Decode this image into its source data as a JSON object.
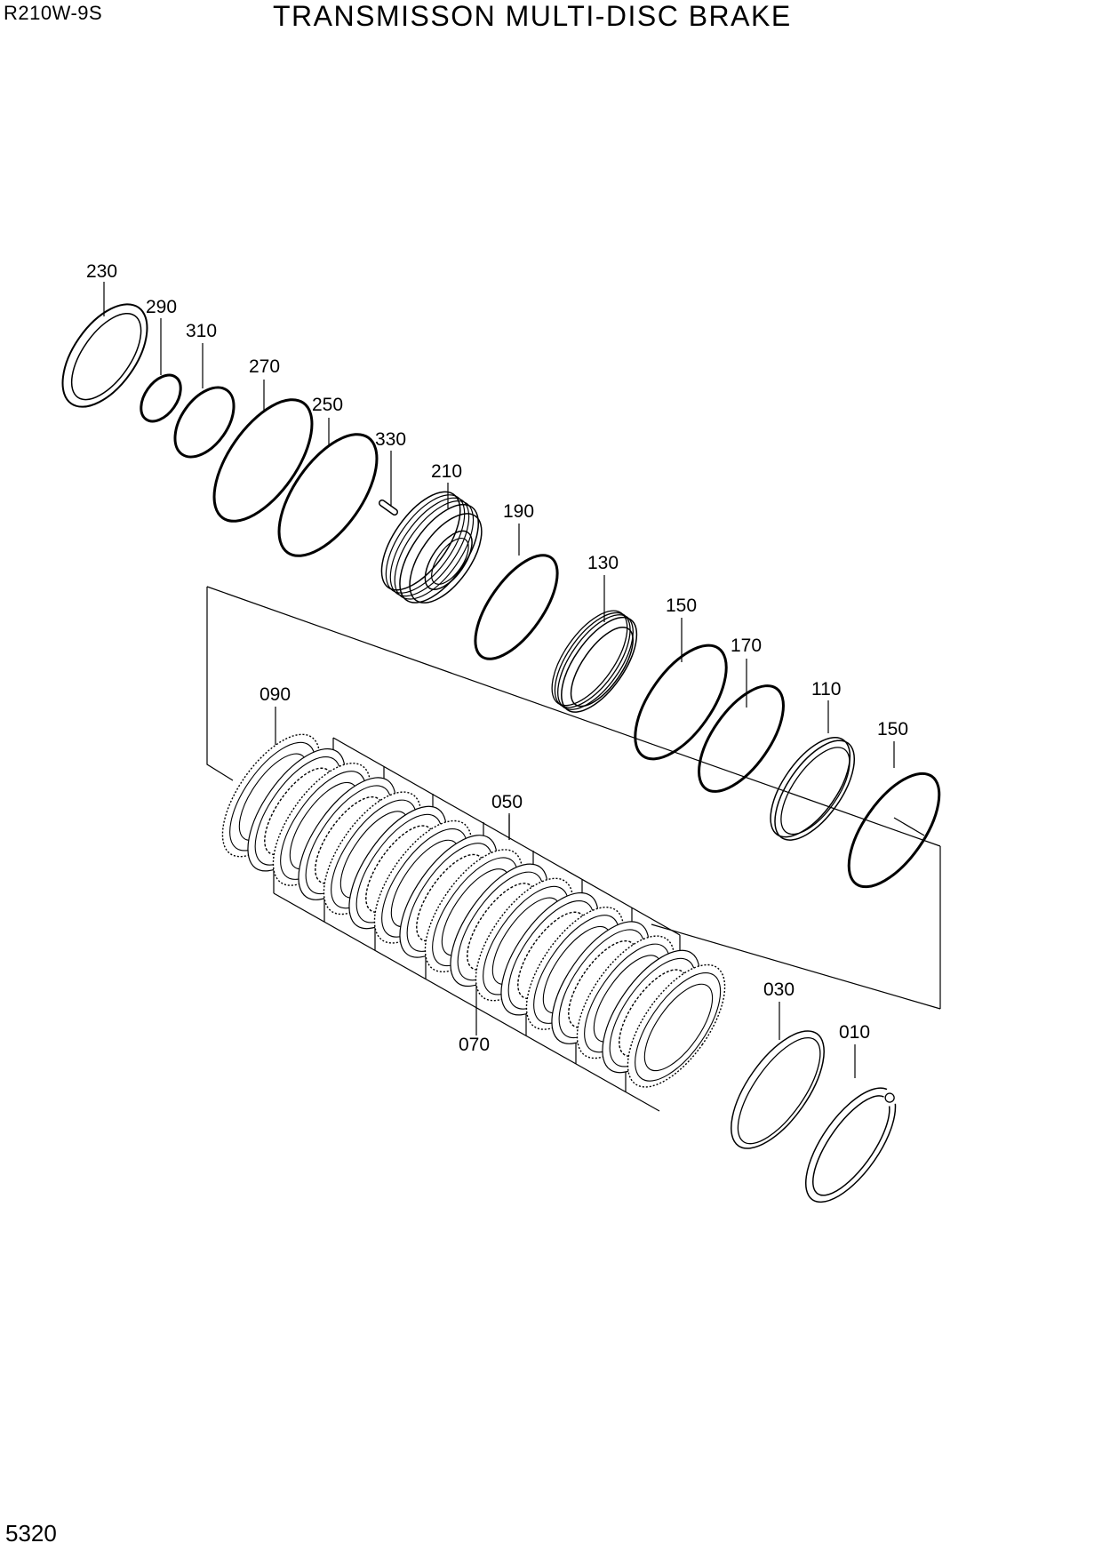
{
  "header": {
    "model": "R210W-9S",
    "title": "TRANSMISSON MULTI-DISC BRAKE"
  },
  "footer": {
    "page_number": "5320"
  },
  "callouts": {
    "c230": "230",
    "c290": "290",
    "c310": "310",
    "c270": "270",
    "c250": "250",
    "c330": "330",
    "c210": "210",
    "c190": "190",
    "c130": "130",
    "c150a": "150",
    "c170": "170",
    "c110": "110",
    "c150b": "150",
    "c090": "090",
    "c050": "050",
    "c070": "070",
    "c030": "030",
    "c010": "010"
  }
}
